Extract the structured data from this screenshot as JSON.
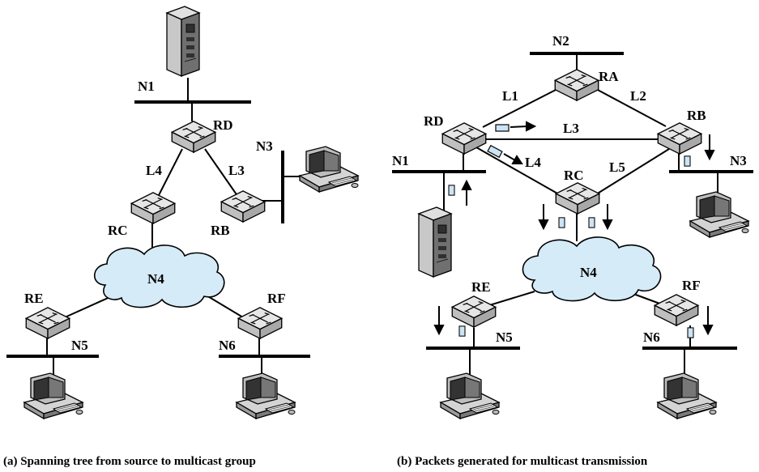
{
  "diagram_a": {
    "networks": {
      "n1": "N1",
      "n3": "N3",
      "n4": "N4",
      "n5": "N5",
      "n6": "N6"
    },
    "routers": {
      "rd": "RD",
      "rc": "RC",
      "rb": "RB",
      "re": "RE",
      "rf": "RF"
    },
    "links": {
      "l4": "L4",
      "l3": "L3"
    },
    "caption": "(a) Spanning tree from source to multicast group"
  },
  "diagram_b": {
    "networks": {
      "n1": "N1",
      "n2": "N2",
      "n3": "N3",
      "n4": "N4",
      "n5": "N5",
      "n6": "N6"
    },
    "routers": {
      "ra": "RA",
      "rb": "RB",
      "rc": "RC",
      "rd": "RD",
      "re": "RE",
      "rf": "RF"
    },
    "links": {
      "l1": "L1",
      "l2": "L2",
      "l3": "L3",
      "l4": "L4",
      "l5": "L5"
    },
    "caption": "(b) Packets generated for multicast transmission"
  },
  "icons": {
    "router": "router-icon",
    "server": "server-icon",
    "workstation": "workstation-icon",
    "cloud": "network-cloud-icon",
    "packet": "packet-icon",
    "arrow": "arrow-icon"
  },
  "colors": {
    "line": "#000000",
    "router_fill": "#d9d9d9",
    "cloud_fill": "#d5ebf7",
    "packet_fill": "#cce4f3",
    "device_fill": "#bdbdbd"
  }
}
